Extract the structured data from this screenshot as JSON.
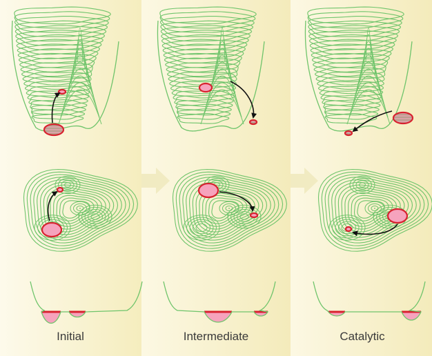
{
  "panels": [
    {
      "label": "Initial"
    },
    {
      "label": "Intermediate"
    },
    {
      "label": "Catalytic"
    }
  ],
  "colors": {
    "background_light": "#fdfaeb",
    "background_dark": "#f5edbe",
    "contour_green": "#6fc46b",
    "state_red": "#d8222f",
    "state_pink": "#f6a3bd",
    "arrow_black": "#111111",
    "transition_arrow": "#f1ebc2"
  }
}
